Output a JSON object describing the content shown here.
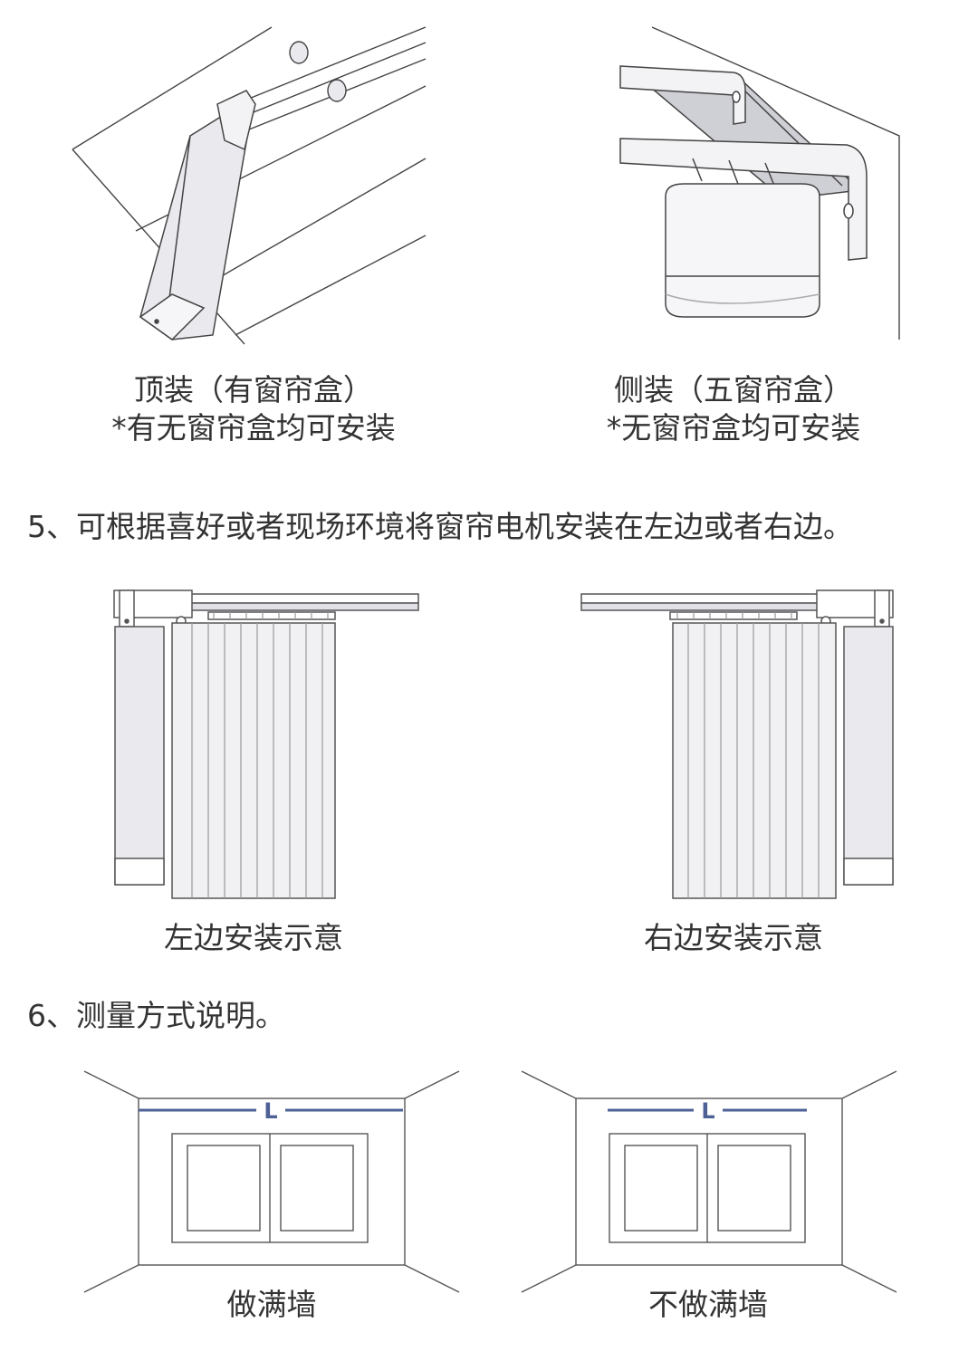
{
  "section_top": {
    "left": {
      "line1": "顶装（有窗帘盒）",
      "line2": "*有无窗帘盒均可安装"
    },
    "right": {
      "line1": "侧装（五窗帘盒）",
      "line2": "*无窗帘盒均可安装"
    }
  },
  "step5": {
    "heading": "5、可根据喜好或者现场环境将窗帘电机安装在左边或者右边。",
    "left_caption": "左边安装示意",
    "right_caption": "右边安装示意"
  },
  "step6": {
    "heading": "6、测量方式说明。",
    "measure_label_left": "L",
    "measure_label_right": "L",
    "left_caption": "做满墙",
    "right_caption": "不做满墙"
  },
  "colors": {
    "line": "#555555",
    "panel": "#e9e9ee",
    "measure": "#4e6196",
    "rail": "#d5d5dc"
  }
}
